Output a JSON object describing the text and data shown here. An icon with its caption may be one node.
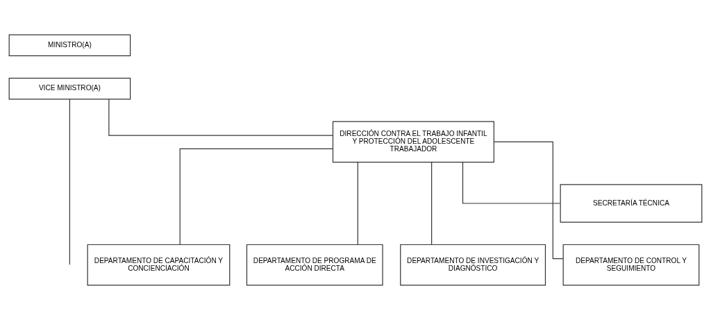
{
  "diagram": {
    "nodes": [
      {
        "text": [
          "MINISTRO(A)"
        ]
      },
      {
        "text": [
          "VICE MINISTRO(A)"
        ]
      },
      {
        "text": [
          "DIRECCIÓN CONTRA EL TRABAJO INFANTIL Y PROTECCIÓN DEL ADOLESCENTE TRABAJADOR"
        ]
      },
      {
        "text": [
          "SECRETARÍA TÉCNICA"
        ]
      },
      {
        "text": [
          "DEPARTAMENTO DE CAPACITACIÓN Y CONCIENCIACIÓN"
        ]
      },
      {
        "text": [
          "DEPARTAMENTO DE PROGRAMA DE ACCIÓN DIRECTA"
        ]
      },
      {
        "text": [
          "DEPARTAMENTO DE INVESTIGACIÓN Y DIAGNÓSTICO"
        ]
      },
      {
        "text": [
          "DEPARTAMENTO DE CONTROL Y SEGUIMIENTO"
        ]
      }
    ],
    "edges": [
      {
        "from": 1,
        "to": 2,
        "arrow": "none"
      },
      {
        "from": 1,
        "to": null,
        "arrow": "none"
      },
      {
        "from": 2,
        "to": 3,
        "arrow": "none"
      },
      {
        "from": 2,
        "to": 4,
        "arrow": "none"
      },
      {
        "from": 2,
        "to": 5,
        "arrow": "none"
      },
      {
        "from": 2,
        "to": 6,
        "arrow": "none"
      },
      {
        "from": 2,
        "to": 7,
        "arrow": "none"
      }
    ]
  }
}
